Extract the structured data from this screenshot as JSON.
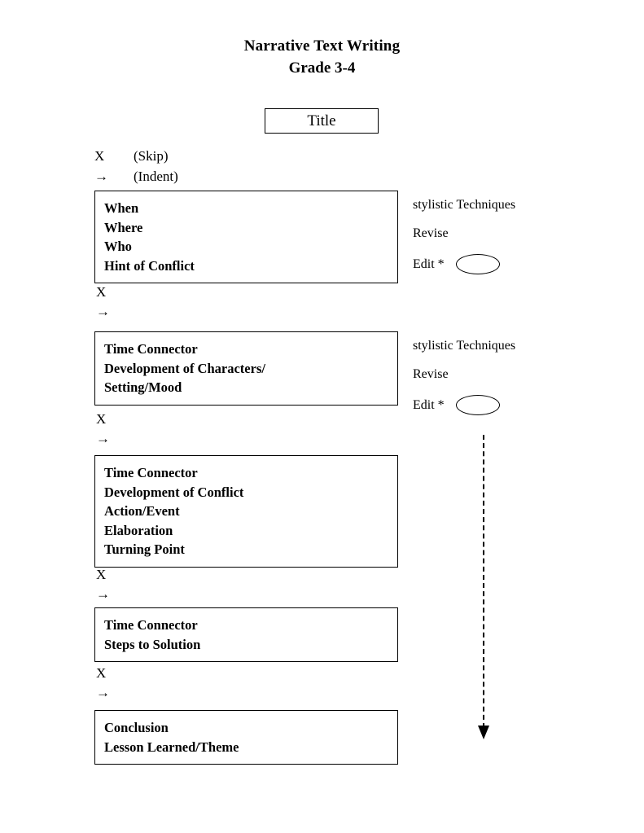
{
  "document": {
    "title": "Narrative Text Writing",
    "subtitle": "Grade 3-4"
  },
  "title_box": {
    "label": "Title"
  },
  "legend": {
    "skip": {
      "symbol": "X",
      "text": "(Skip)"
    },
    "indent": {
      "symbol": "→",
      "text": "(Indent)"
    }
  },
  "markers": {
    "skip": "X",
    "indent": "→"
  },
  "boxes": [
    {
      "name": "introduction-box",
      "lines": [
        "When",
        "Where",
        "Who",
        "Hint of Conflict"
      ]
    },
    {
      "name": "development-box",
      "lines": [
        "Time Connector",
        "Development of Characters/",
        "Setting/Mood"
      ]
    },
    {
      "name": "conflict-box",
      "lines": [
        "Time Connector",
        "Development of Conflict",
        "Action/Event",
        "Elaboration",
        "Turning Point"
      ]
    },
    {
      "name": "solution-box",
      "lines": [
        "Time Connector",
        "Steps to Solution"
      ]
    },
    {
      "name": "conclusion-box",
      "lines": [
        "Conclusion",
        "Lesson Learned/Theme"
      ]
    }
  ],
  "annotations": [
    {
      "stylistic": "stylistic Techniques",
      "revise": "Revise",
      "edit": "Edit *"
    },
    {
      "stylistic": "stylistic Techniques",
      "revise": "Revise",
      "edit": "Edit *"
    }
  ],
  "colors": {
    "ink": "#000000",
    "paper": "#ffffff"
  }
}
